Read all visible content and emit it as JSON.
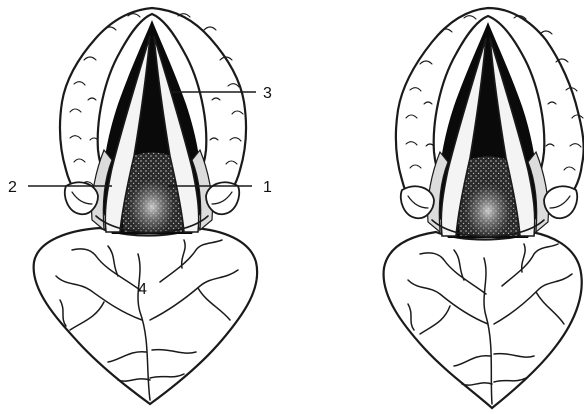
{
  "figure": {
    "panels": [
      {
        "id": "left",
        "callouts": [
          {
            "number": "1"
          },
          {
            "number": "2"
          },
          {
            "number": "3"
          },
          {
            "number": "4"
          }
        ]
      },
      {
        "id": "right",
        "callouts": []
      }
    ],
    "colors": {
      "ink": "#1a1a1a",
      "paper": "#ffffff",
      "shadow": "#0a0a0a",
      "stipple": "#555555"
    }
  }
}
